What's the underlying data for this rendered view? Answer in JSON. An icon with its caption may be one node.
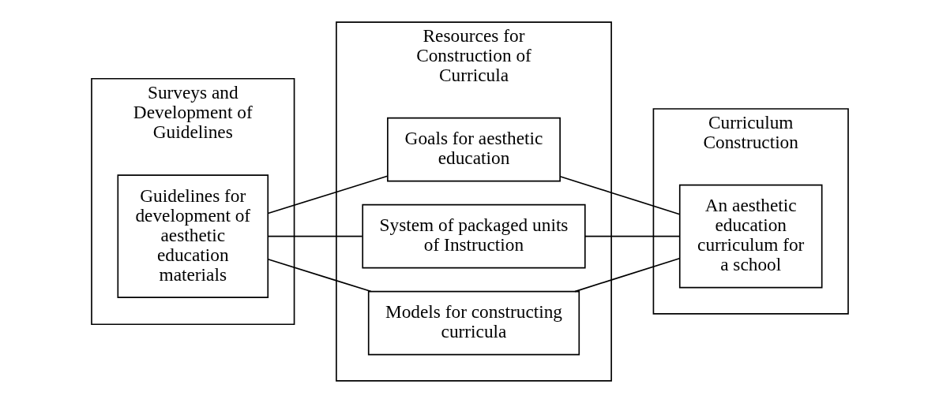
{
  "diagram": {
    "nodes": [
      {
        "text": [
          "Surveys and Development of Guidelines"
        ]
      },
      {
        "text": [
          "Guidelines for development of aesthetic education materials"
        ],
        "in": 0
      },
      {
        "text": [
          "Resources for Construction of Curricula"
        ]
      },
      {
        "text": [
          "Goals for aesthetic education"
        ],
        "in": 2
      },
      {
        "text": [
          "System of packaged units of Instruction"
        ],
        "in": 2
      },
      {
        "text": [
          "Models for constructing curricula"
        ],
        "in": 2
      },
      {
        "text": [
          "Curriculum Construction"
        ]
      },
      {
        "text": [
          "An aesthetic education curriculum for a school"
        ],
        "in": 6
      }
    ],
    "edges": [
      {
        "from": 1,
        "to": 3,
        "arrow": "none"
      },
      {
        "from": 1,
        "to": 4,
        "arrow": "none"
      },
      {
        "from": 1,
        "to": 5,
        "arrow": "none"
      },
      {
        "from": 3,
        "to": 7,
        "arrow": "none"
      },
      {
        "from": 4,
        "to": 7,
        "arrow": "none"
      },
      {
        "from": 5,
        "to": 7,
        "arrow": "none"
      }
    ]
  }
}
